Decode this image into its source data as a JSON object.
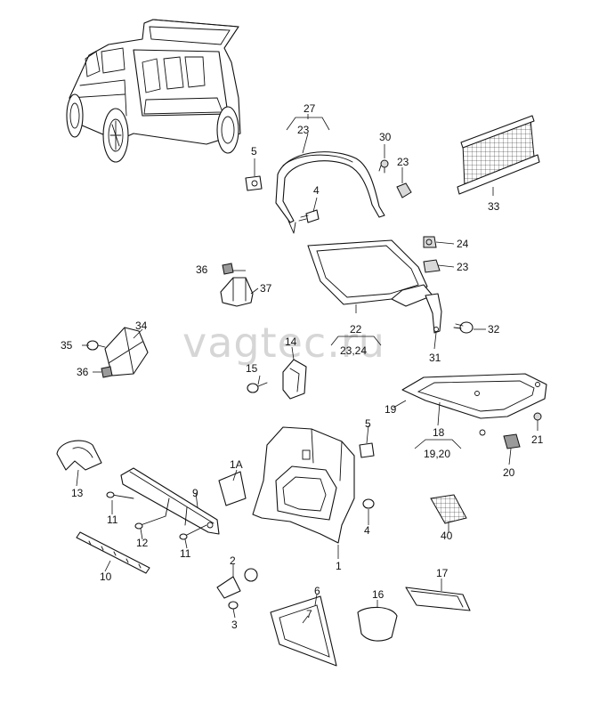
{
  "watermark": "vagtec.ru",
  "callouts": {
    "c27": "27",
    "c23a": "23",
    "c5a": "5",
    "c4a": "4",
    "c30": "30",
    "c23b": "23",
    "c33": "33",
    "c24": "24",
    "c23c": "23",
    "c36a": "36",
    "c37": "37",
    "c22": "22",
    "c2324": "23,24",
    "c32": "32",
    "c31": "31",
    "c34": "34",
    "c35": "35",
    "c36b": "36",
    "c14": "14",
    "c15": "15",
    "c19": "19",
    "c18": "18",
    "c1920": "19,20",
    "c21": "21",
    "c20": "20",
    "c5b": "5",
    "c1A": "1A",
    "c9": "9",
    "c13": "13",
    "c11a": "11",
    "c12": "12",
    "c11b": "11",
    "c10": "10",
    "c4b": "4",
    "c1": "1",
    "c40": "40",
    "c2": "2",
    "c3": "3",
    "c6": "6",
    "c7": "7",
    "c16": "16",
    "c17": "17"
  }
}
